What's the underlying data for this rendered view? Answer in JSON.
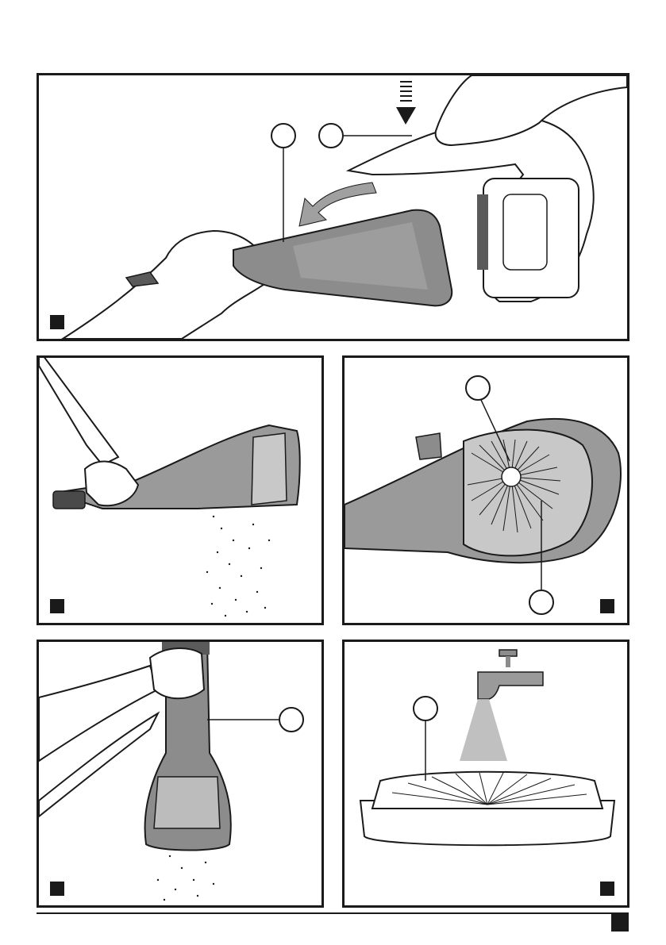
{
  "figures": [
    {
      "id": "A",
      "callouts": 2,
      "description_marker": "black-square"
    },
    {
      "id": "B",
      "callouts": 0,
      "description_marker": "black-square"
    },
    {
      "id": "C",
      "callouts": 2,
      "description_marker": "black-square"
    },
    {
      "id": "D",
      "callouts": 1,
      "description_marker": "black-square"
    },
    {
      "id": "E",
      "callouts": 1,
      "description_marker": "black-square"
    }
  ],
  "colors": {
    "outline": "#1a1a1a",
    "device_gray": "#8c8c8c",
    "device_dark": "#5a5a5a",
    "bin_transparent": "#c8c8c8",
    "water": "#b5b5b5"
  }
}
